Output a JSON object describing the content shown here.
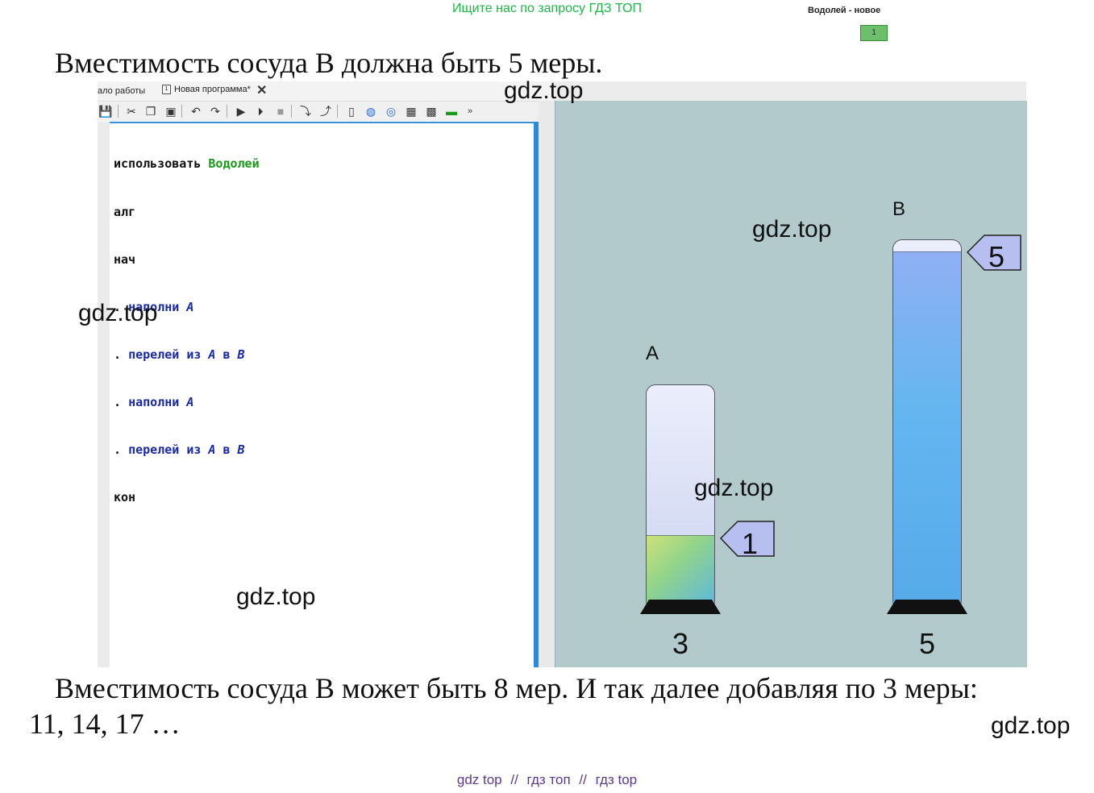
{
  "banner": "Ищите нас по запросу ГДЗ ТОП",
  "text_top": "Вместимость сосуда В должна быть 5 меры.",
  "text_bottom_line1": "Вместимость сосуда В может быть 8 мер. И так далее добавляя по 3 меры:",
  "text_bottom_line2": "11, 14, 17 …",
  "watermark": "gdz.top",
  "footer_links": [
    "gdz top",
    "//",
    "гдз топ",
    "//",
    "гдз top"
  ],
  "ide": {
    "tab_start": "ало работы",
    "tab_program": "Новая программа*",
    "tab_doc_glyph": "1",
    "window_title": "Водолей - новое",
    "step_counter": "1",
    "code": {
      "line1_kw": "использовать",
      "line1_name": "Водолей",
      "line2": "алг",
      "line3": "нач",
      "fill_cmd": "наполни",
      "pour_cmd": "перелей",
      "from_word": "из",
      "to_word": "в",
      "vessel_a": "A",
      "vessel_b": "B",
      "line_end": "кон",
      "dot": "."
    },
    "toolbar_icons": [
      "save-icon",
      "cut-icon",
      "copy-icon",
      "paste-icon",
      "undo-icon",
      "redo-icon",
      "run-icon",
      "step-run-icon",
      "stop-icon",
      "step-into-icon",
      "step-out-icon",
      "vessel-icon",
      "robot-icon",
      "draw-icon",
      "grid-icon",
      "turtle-icon",
      "aquarius-icon",
      "more-icon"
    ]
  },
  "vessels": {
    "a": {
      "label": "A",
      "capacity": "3",
      "level_badge": "1",
      "fill_fraction": 0.333
    },
    "b": {
      "label": "B",
      "capacity": "5",
      "level_badge": "5",
      "fill_fraction": 1.0
    }
  }
}
